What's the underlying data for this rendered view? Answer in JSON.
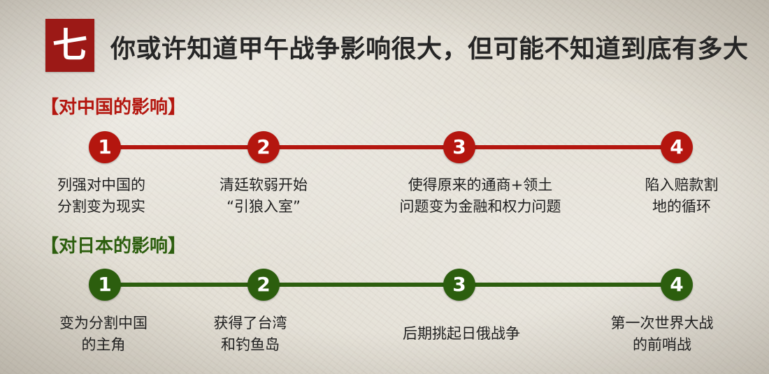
{
  "header": {
    "badge": "七",
    "title": "你或许知道甲午战争影响很大，但可能不知道到底有多大"
  },
  "sections": [
    {
      "heading": "【对中国的影响】",
      "color": "#b4160f",
      "items": [
        {
          "number": "1",
          "lines": [
            "列强对中国的",
            "分割变为现实"
          ]
        },
        {
          "number": "2",
          "lines": [
            "清廷软弱开始",
            "“引狼入室”"
          ]
        },
        {
          "number": "3",
          "lines": [
            "使得原来的通商+领土",
            "问题变为金融和权力问题"
          ]
        },
        {
          "number": "4",
          "lines": [
            "陷入赔款割",
            "地的循环"
          ]
        }
      ]
    },
    {
      "heading": "【对日本的影响】",
      "color": "#2c5e0e",
      "items": [
        {
          "number": "1",
          "lines": [
            "变为分割中国",
            "的主角"
          ]
        },
        {
          "number": "2",
          "lines": [
            "获得了台湾",
            "和钓鱼岛"
          ]
        },
        {
          "number": "3",
          "lines": [
            "后期挑起日俄战争"
          ]
        },
        {
          "number": "4",
          "lines": [
            "第一次世界大战",
            "的前哨战"
          ]
        }
      ]
    }
  ]
}
